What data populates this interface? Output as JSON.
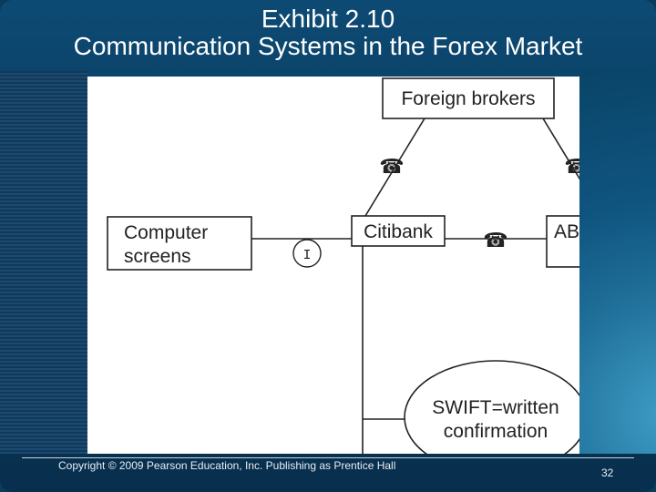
{
  "slide": {
    "title_line1": "Exhibit 2.10",
    "title_line2": "Communication Systems in the Forex Market",
    "copyright": "Copyright © 2009 Pearson Education, Inc.  Publishing as Prentice Hall",
    "page_number": "32"
  },
  "diagram": {
    "nodes": {
      "foreign_brokers": "Foreign brokers",
      "computer_screens_l1": "Computer",
      "computer_screens_l2": "screens",
      "citibank": "Citibank",
      "abn": "AB",
      "swift_l1": "SWIFT=written",
      "swift_l2": "confirmation"
    },
    "connector_label": "I",
    "phone_icon_glyph": "☎"
  },
  "colors": {
    "background": "#0a3c60",
    "panel": "#ffffff",
    "ink": "#222222",
    "title_text": "#ffffff"
  }
}
